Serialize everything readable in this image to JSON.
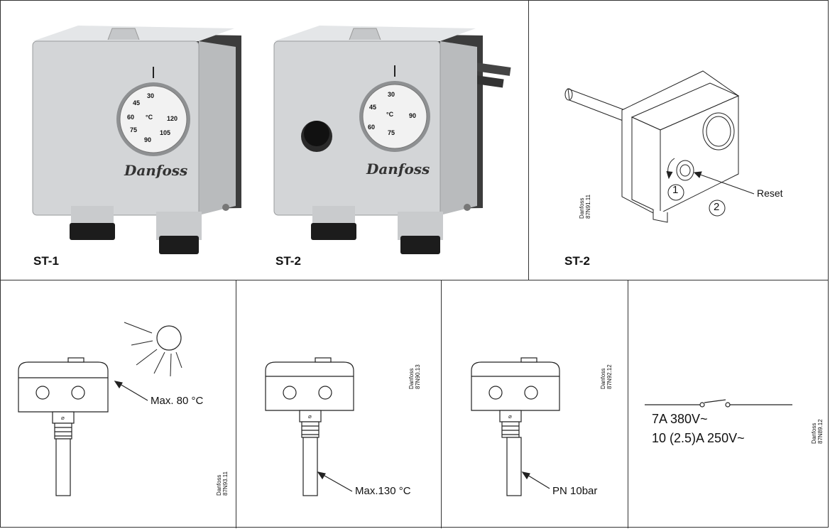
{
  "labels": {
    "st1": "ST-1",
    "st2_a": "ST-2",
    "st2_b": "ST-2"
  },
  "codes": {
    "c1": [
      "Danfoss",
      "87N91.11"
    ],
    "c2": [
      "Danfoss",
      "87N93.11"
    ],
    "c3": [
      "Danfoss",
      "87N90.13"
    ],
    "c4": [
      "Danfoss",
      "87N92.12"
    ],
    "c5": [
      "Danfoss",
      "87N89.12"
    ]
  },
  "brand": "Danfoss",
  "dial_st1": [
    "30",
    "45",
    "60",
    "75",
    "90",
    "105",
    "120",
    "°C"
  ],
  "dial_st2": [
    "30",
    "45",
    "60",
    "75",
    "90",
    "°C"
  ],
  "reset": {
    "label": "Reset",
    "step1": "1",
    "step2": "2"
  },
  "panels": {
    "ambient": "Max. 80 °C",
    "medium": "Max.130 °C",
    "pressure": "PN 10bar",
    "rating1": "7A 380V~",
    "rating2": "10 (2.5)A 250V~"
  }
}
